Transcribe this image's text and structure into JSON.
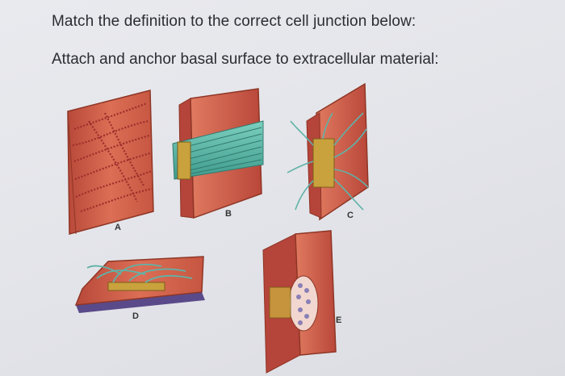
{
  "question": {
    "title": "Match the definition to the correct cell junction below:",
    "prompt": "Attach and anchor basal surface to extracellular material:"
  },
  "figure": {
    "labels": {
      "a": "A",
      "b": "B",
      "c": "C",
      "d": "D",
      "e": "E"
    }
  },
  "colors": {
    "cell": "#d4614a",
    "cell_dark": "#a8402f",
    "fiber": "#5fb3a8",
    "plaque": "#c9a23d",
    "basement": "#5a4a8a"
  }
}
